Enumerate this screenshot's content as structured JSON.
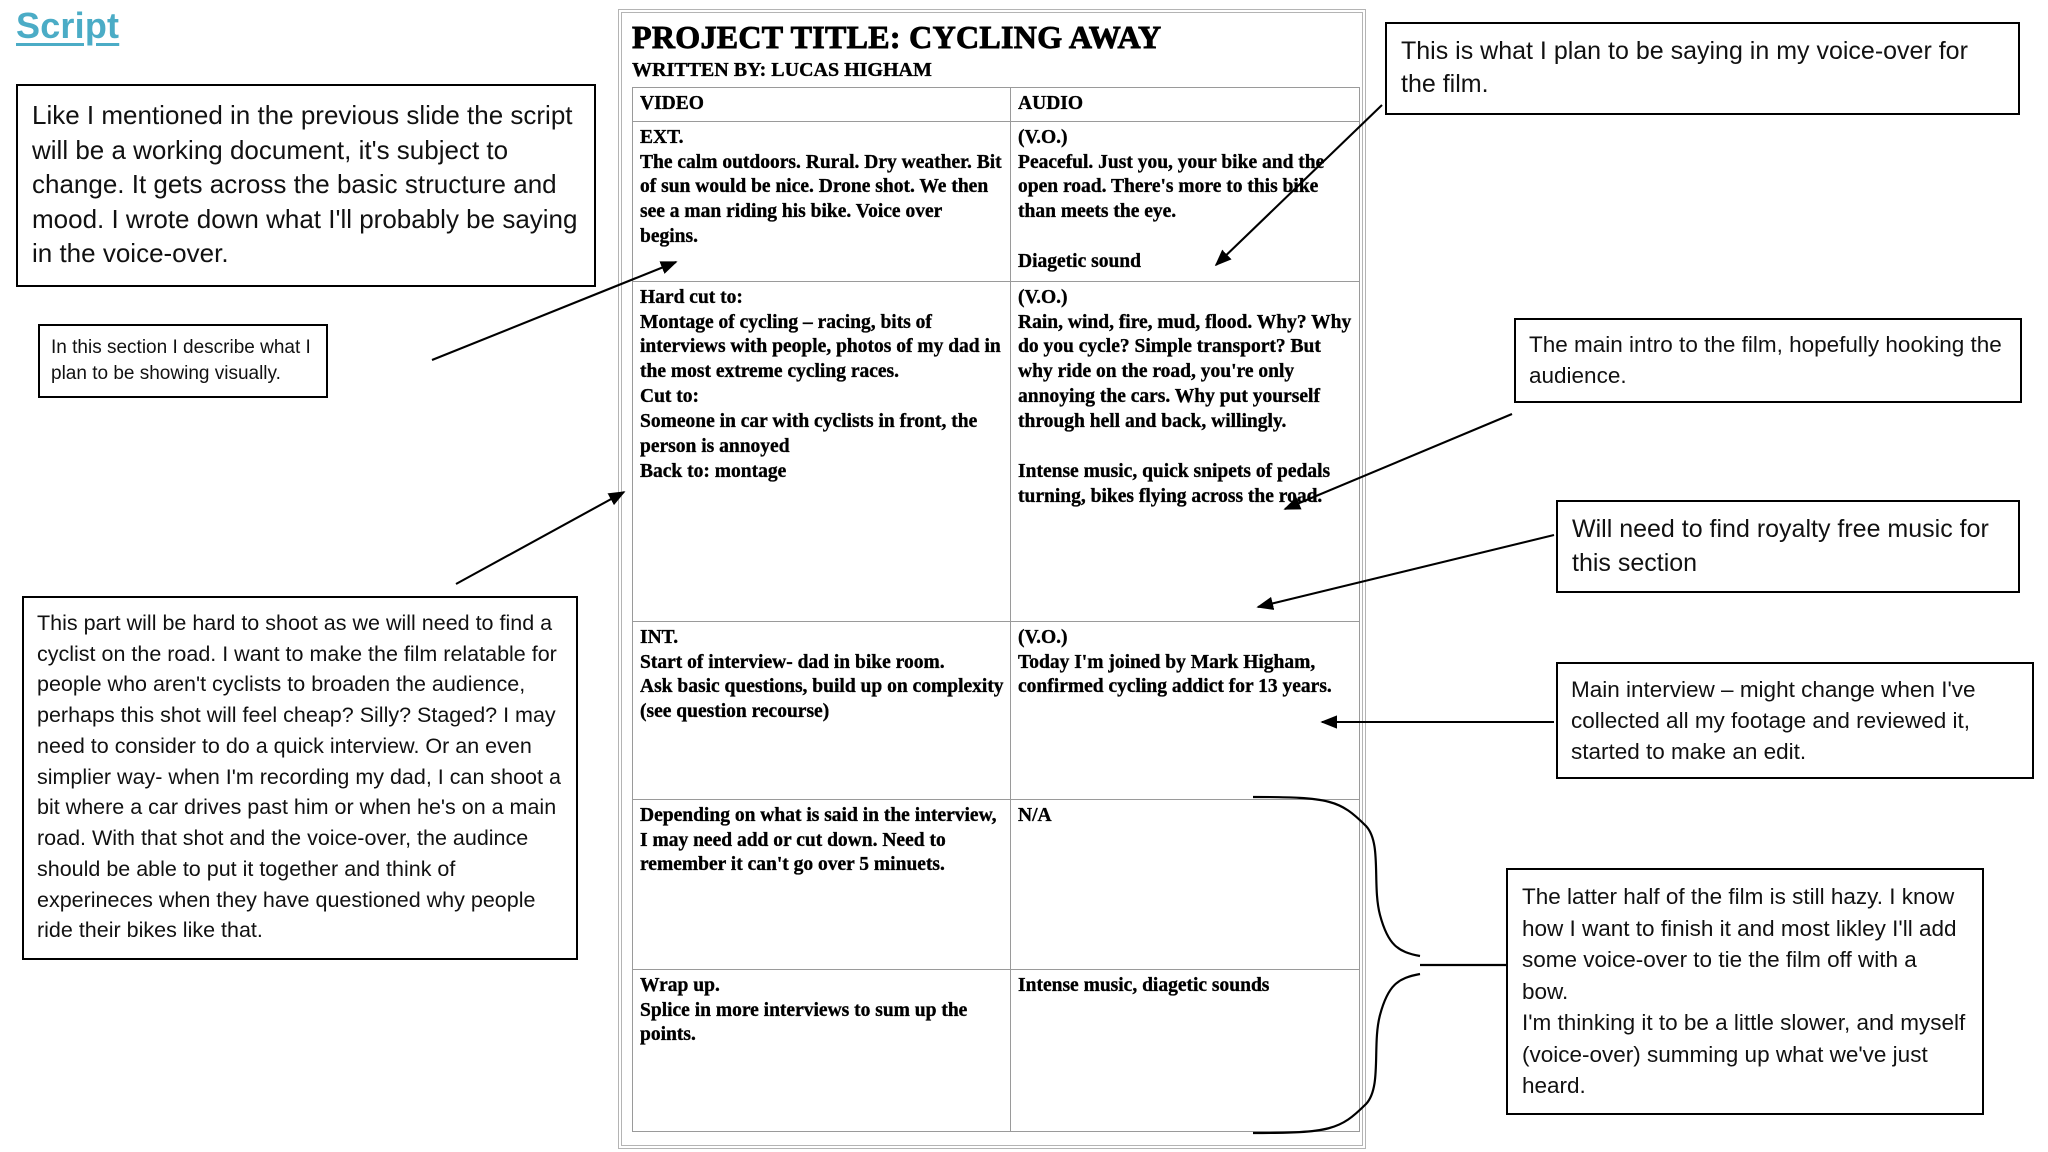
{
  "slide": {
    "heading": "Script"
  },
  "document": {
    "title": "PROJECT TITLE: CYCLING AWAY",
    "written_by": "WRITTEN BY: LUCAS HIGHAM",
    "columns": [
      "VIDEO",
      "AUDIO"
    ],
    "rows": [
      {
        "video": "EXT.\nThe calm outdoors. Rural. Dry weather. Bit of sun would be nice. Drone shot. We then see a man riding his bike. Voice over begins.",
        "audio": "(V.O.)\nPeaceful. Just you, your bike and the open road. There's more to this bike than meets the eye.\n\nDiagetic sound"
      },
      {
        "video": "Hard cut to:\nMontage of cycling – racing, bits of interviews with people, photos of my dad in the most extreme cycling races.\nCut to:\nSomeone in car with cyclists in front, the person is annoyed\nBack to: montage",
        "audio": "(V.O.)\nRain, wind, fire, mud, flood. Why? Why do you cycle? Simple transport? But why ride on the road, you're only annoying the cars. Why put yourself through hell and back, willingly.\n\nIntense music, quick snipets of pedals turning, bikes flying across the road."
      },
      {
        "video": "INT.\nStart of interview- dad in bike room.\nAsk basic questions, build up on complexity (see question recourse)",
        "audio": "(V.O.)\nToday I'm joined by Mark Higham, confirmed cycling addict for 13 years."
      },
      {
        "video": "Depending on what is said in the interview, I may need add or cut down. Need to remember it can't go over 5 minuets.",
        "audio": "N/A"
      },
      {
        "video": "Wrap up.\nSplice in more interviews to sum up the points.",
        "audio": "Intense music, diagetic sounds"
      }
    ]
  },
  "annotations": {
    "intro": "Like I mentioned in the previous slide the script will be a working document, it's subject to change. It gets across the basic structure and mood. I wrote down what I'll probably be saying in the voice-over.",
    "visual_section": "In this section I describe what I plan to be showing visually.",
    "hard_to_shoot": "This part will be hard to shoot as we will need to find a cyclist on the road. I want to make the film relatable for people who aren't cyclists to broaden the audience, perhaps this shot will feel cheap? Silly? Staged? I may need to consider to do a quick interview. Or an even simplier way- when I'm recording my dad, I can shoot a bit where a car drives past him or when he's on a main road. With that shot and the voice-over, the audince should be able to put it together and think of experineces when they have questioned why people ride their bikes like that.",
    "voiceover_plan": "This is what I plan to be saying in my voice-over for the film.",
    "main_intro": "The main intro to the film, hopefully hooking the audience.",
    "royalty_music": "Will need to find royalty free music for this section",
    "main_interview": "Main interview – might change when I've collected all my footage and reviewed it, started to make an edit.",
    "latter_half": "The latter half of the film is still hazy. I know how I want to finish it and most likley I'll add some voice-over to tie the film off with a bow.\nI'm thinking it to be a little slower, and myself (voice-over) summing up what we've just heard."
  },
  "colors": {
    "heading": "#4BACC6",
    "text": "#111111",
    "document_border": "#b4b4b4",
    "table_border": "#9a9a9a",
    "connector": "#000000"
  }
}
